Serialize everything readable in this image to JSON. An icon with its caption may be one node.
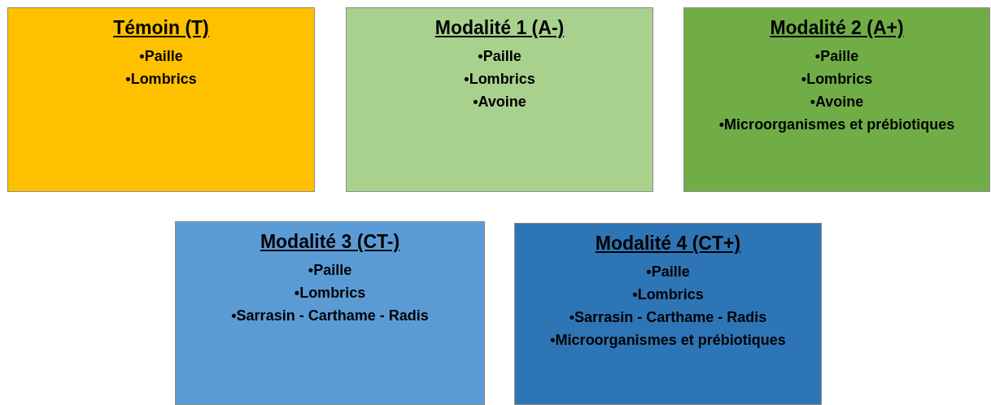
{
  "diagram": {
    "nodes": [
      {
        "text": [
          "Témoin (T)",
          "•Paille",
          "•Lombrics"
        ]
      },
      {
        "text": [
          "Modalité 1 (A-)",
          "•Paille",
          "•Lombrics",
          "•Avoine"
        ]
      },
      {
        "text": [
          "Modalité 2 (A+)",
          "•Paille",
          "•Lombrics",
          "•Avoine",
          "•Microorganismes et prébiotiques"
        ]
      },
      {
        "text": [
          "Modalité 3 (CT-)",
          "•Paille",
          "•Lombrics",
          "•Sarrasin - Carthame - Radis"
        ]
      },
      {
        "text": [
          "Modalité 4 (CT+)",
          "•Paille",
          "•Lombrics",
          "•Sarrasin - Carthame - Radis",
          "•Microorganismes et prébiotiques"
        ]
      }
    ]
  }
}
